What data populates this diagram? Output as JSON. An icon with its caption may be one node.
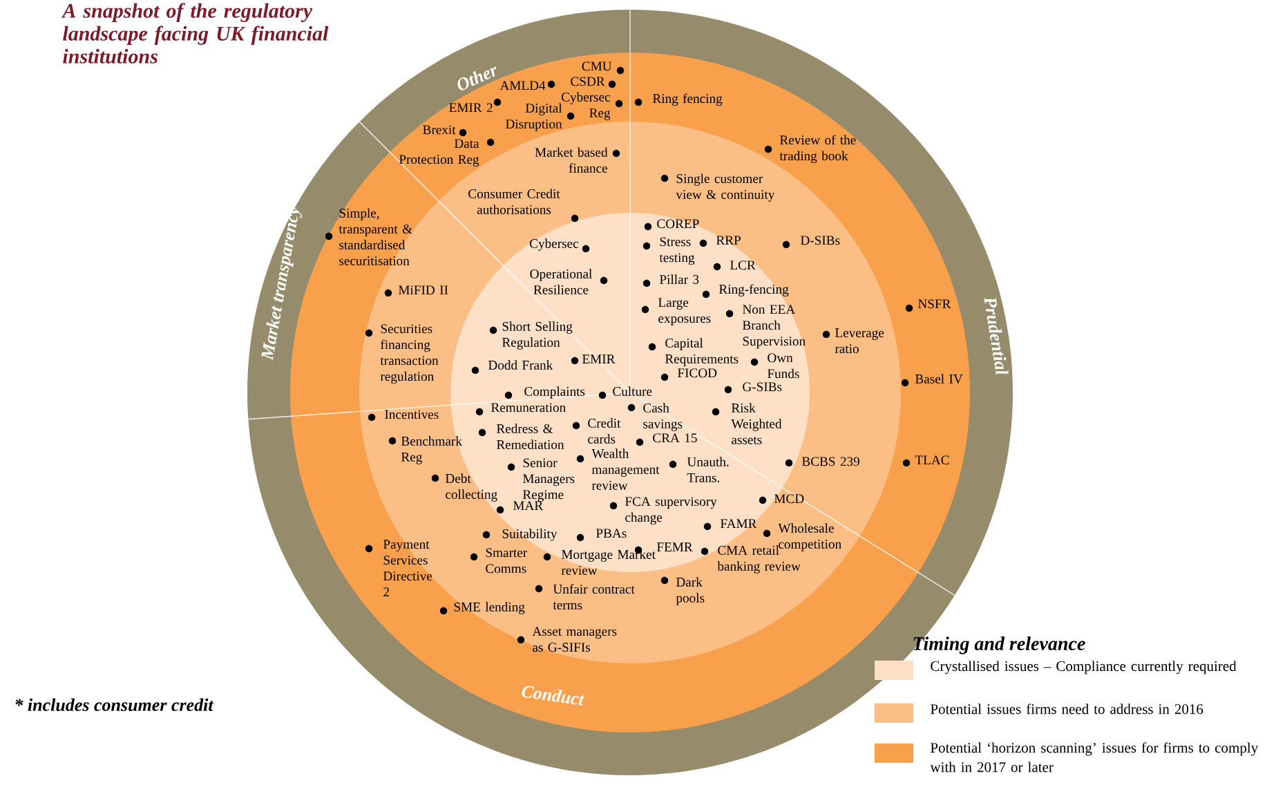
{
  "diagram": {
    "title": "A snapshot of the regulatory landscape facing UK financial institutions",
    "labels": [
      "Other",
      "Market transparency",
      "Prudential",
      "Conduct",
      "CMU",
      "CSDR",
      "Cybersec Reg",
      "Ring fencing",
      "AMLD4",
      "EMIR 2",
      "Digital Disruption",
      "Brexit",
      "Data Protection Reg",
      "Market based finance",
      "Review of the trading book",
      "Single customer view & continuity",
      "Consumer Credit authorisations",
      "Cybersec",
      "Operational Resilience",
      "Simple, transparent & standardised securitisation",
      "MiFID II",
      "Securities financing transaction regulation",
      "Short Selling Regulation",
      "Dodd Frank",
      "EMIR",
      "COREP",
      "Stress testing",
      "RRP",
      "LCR",
      "D-SIBs",
      "Pillar 3",
      "Ring-fencing",
      "Large exposures",
      "Non EEA Branch Supervision",
      "Leverage ratio",
      "NSFR",
      "Basel IV",
      "TLAC",
      "Capital Requirements",
      "Own Funds",
      "FICOD",
      "G-SIBs",
      "Complaints",
      "Culture",
      "Cash savings",
      "Risk Weighted assets",
      "Remuneration",
      "Redress & Remediation",
      "Credit cards",
      "CRA 15",
      "Wealth management review",
      "Unauth. Trans.",
      "BCBS 239",
      "Senior Managers Regime",
      "Incentives",
      "Benchmark Reg",
      "Debt collecting",
      "MAR",
      "FCA supervisory change",
      "MCD",
      "FAMR",
      "Wholesale competition",
      "Suitability",
      "PBAs",
      "Payment Services Directive 2",
      "Smarter Comms",
      "Mortgage Market review",
      "FEMR",
      "CMA retail banking review",
      "Unfair contract terms",
      "Dark pools",
      "SME lending",
      "Asset managers as G-SIFIs",
      "Timing and relevance",
      "* includes consumer credit"
    ],
    "legend": [
      {
        "text": "Crystallised issues – Compliance currently required",
        "color": "#fde0c5"
      },
      {
        "text": "Potential issues firms need to address in 2016",
        "color": "#fbbf85"
      },
      {
        "text": "Potential ‘horizon scanning’ issues for firms to comply with in 2017 or later",
        "color": "#f9a04d"
      }
    ]
  }
}
